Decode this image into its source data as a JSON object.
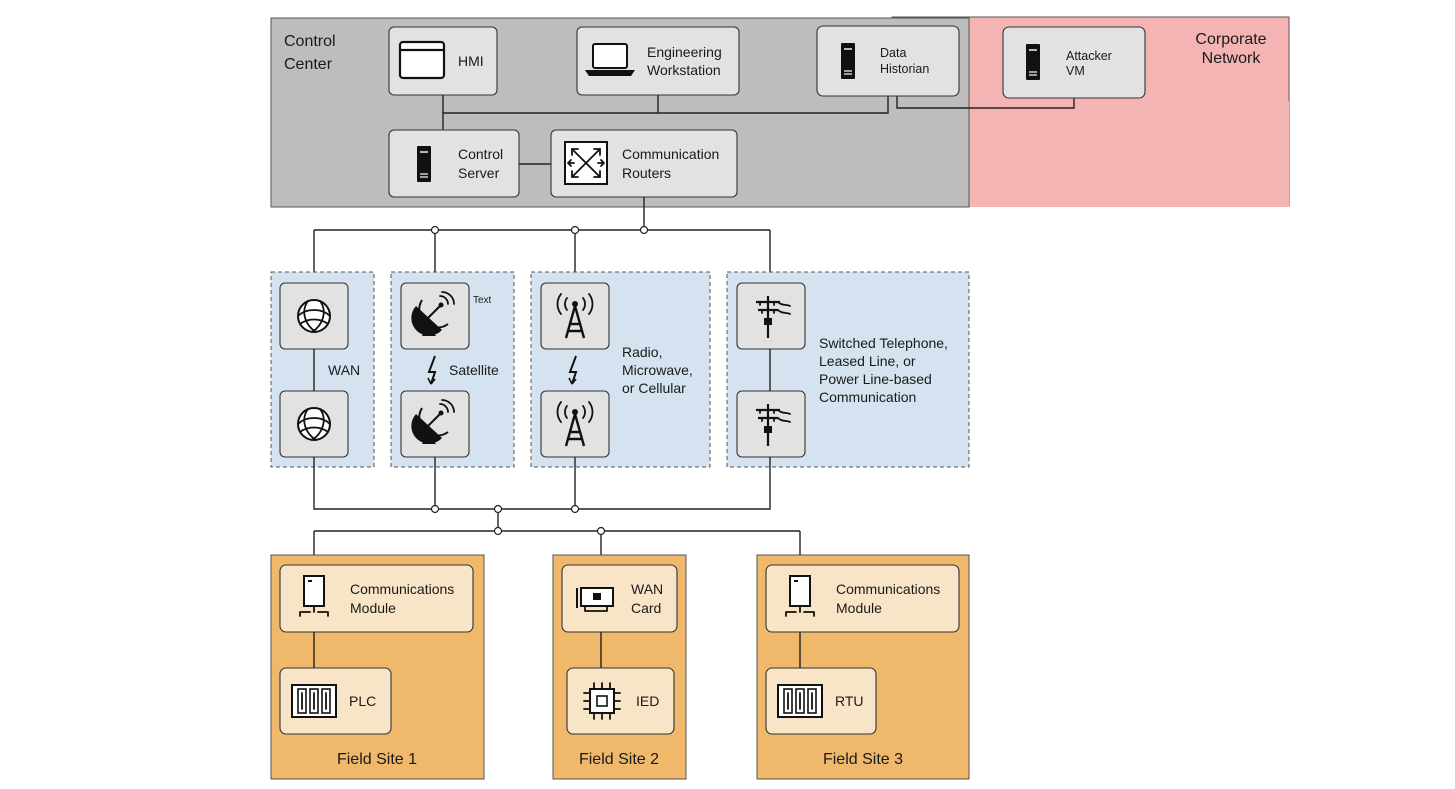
{
  "zones": {
    "control_center": {
      "label_line1": "Control",
      "label_line2": "Center"
    },
    "corporate_network": {
      "label_line1": "Corporate",
      "label_line2": "Network"
    }
  },
  "control_nodes": {
    "hmi": {
      "label": "HMI",
      "icon": "browser-window-icon"
    },
    "engineering_workstation": {
      "line1": "Engineering",
      "line2": "Workstation",
      "icon": "laptop-icon"
    },
    "data_historian": {
      "line1": "Data",
      "line2": "Historian",
      "icon": "server-icon"
    },
    "attacker_vm": {
      "line1": "Attacker",
      "line2": "VM",
      "icon": "server-icon"
    },
    "control_server": {
      "line1": "Control",
      "line2": "Server",
      "icon": "server-icon"
    },
    "communication_routers": {
      "line1": "Communication",
      "line2": "Routers",
      "icon": "router-icon"
    }
  },
  "links": {
    "wan": {
      "label": "WAN",
      "icon": "globe-icon"
    },
    "satellite": {
      "label": "Satellite",
      "note": "Text",
      "icon": "satellite-dish-icon"
    },
    "radio": {
      "line1": "Radio,",
      "line2": "Microwave,",
      "line3": "or Cellular",
      "icon": "radio-tower-icon"
    },
    "telephone": {
      "line1": "Switched Telephone,",
      "line2": "Leased Line, or",
      "line3": "Power Line-based",
      "line4": "Communication",
      "icon": "utility-pole-icon"
    }
  },
  "field_sites": [
    {
      "label": "Field Site 1",
      "module_line1": "Communications",
      "module_line2": "Module",
      "device": "PLC"
    },
    {
      "label": "Field Site 2",
      "module_line1": "WAN",
      "module_line2": "Card",
      "device": "IED"
    },
    {
      "label": "Field Site 3",
      "module_line1": "Communications",
      "module_line2": "Module",
      "device": "RTU"
    }
  ],
  "colors": {
    "control_center": "#bdbdbe",
    "corporate_network": "#f5b4b4",
    "comm_panel": "#d4e3ef",
    "field_site": "#f0b86a",
    "field_node": "#f8e4c6",
    "node": "#e2e2e2"
  }
}
